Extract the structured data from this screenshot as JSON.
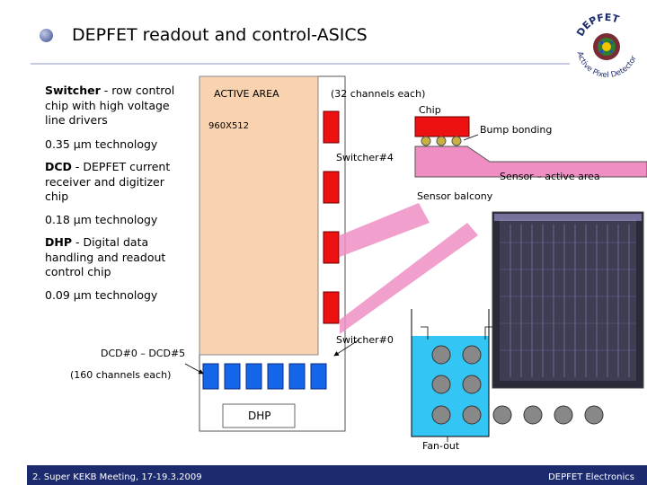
{
  "slide": {
    "title": "DEPFET readout and control-ASICS"
  },
  "logo": {
    "top_text": "DEPFET",
    "bottom_text": "Active Pixel Detector"
  },
  "left_text": {
    "switcher_name": "Switcher",
    "switcher_desc_first": " - row control",
    "switcher_desc_rest": "chip with high voltage line drivers",
    "switcher_tech": "0.35 µm technology",
    "dcd_name": "DCD",
    "dcd_desc_first": " - DEPFET current",
    "dcd_desc_rest": "receiver and digitizer chip",
    "dcd_tech": "0.18 µm technology",
    "dhp_name": "DHP",
    "dhp_desc_first": " - Digital data",
    "dhp_desc_rest": "handling and readout control chip",
    "dhp_tech": "0.09 µm technology"
  },
  "diagram": {
    "active_area": "ACTIVE AREA",
    "pixels": "960X512",
    "channels_32": "(32 channels each)",
    "chip": "Chip",
    "bump_bonding": "Bump bonding",
    "switcher4": "Switcher#4",
    "sensor_active": "Sensor – active area",
    "sensor_balcony": "Sensor balcony",
    "switcher0": "Switcher#0",
    "dcd_range": "DCD#0 – DCD#5",
    "channels_160": "(160 channels each)",
    "dhp": "DHP",
    "fanout": "Fan-out"
  },
  "footer": {
    "left": "2. Super KEKB Meeting, 17-19.3.2009",
    "right": "DEPFET Electronics"
  },
  "colors": {
    "footer_bar": "#1c2b6e",
    "active_area": "#f9d3b0",
    "switcher_red": "#ee1111",
    "dcd_blue": "#1565e8",
    "pink": "#ef8ec3",
    "fanout_cyan": "#33c6f4",
    "bump_gold": "#c9b040",
    "bump_grey": "#888888"
  }
}
